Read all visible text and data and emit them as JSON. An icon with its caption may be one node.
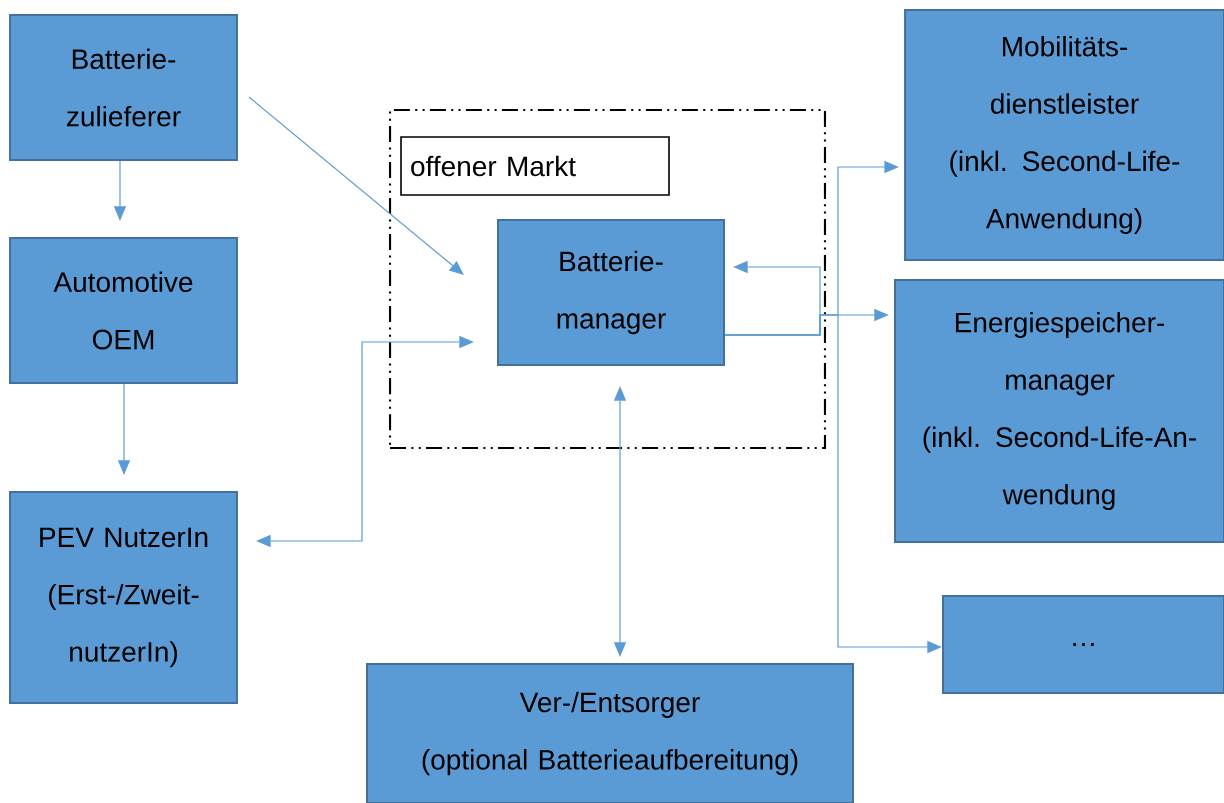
{
  "diagram": {
    "nodes": [
      {
        "text": [
          "Batterie- zulieferer"
        ]
      },
      {
        "text": [
          "Automotive OEM"
        ]
      },
      {
        "text": [
          "PEV NutzerIn",
          "(Erst-/Zweit- nutzerIn)"
        ]
      },
      {
        "text": [],
        "shape": "box"
      },
      {
        "text": [
          "offener Markt"
        ],
        "in": 3
      },
      {
        "text": [
          "Batterie- manager"
        ],
        "in": 3
      },
      {
        "text": [
          "Mobilitäts- dienstleister",
          "(inkl. Second-Life- Anwendung)"
        ]
      },
      {
        "text": [
          "Energiespeicher- manager",
          "(inkl. Second-Life-An- wendung"
        ]
      },
      {
        "text": [
          "…"
        ]
      },
      {
        "text": [
          "Ver-/Entsorger",
          "(optional Batterieaufbereitung)"
        ]
      }
    ],
    "edges": [
      {
        "from": 0,
        "to": 1,
        "arrow": "to"
      },
      {
        "from": 1,
        "to": 2,
        "arrow": "to"
      },
      {
        "from": 0,
        "to": 5,
        "arrow": "to"
      },
      {
        "from": 2,
        "to": 5,
        "arrow": "both"
      },
      {
        "from": 9,
        "to": 5,
        "arrow": "both"
      },
      {
        "from": 5,
        "to": 5,
        "arrow": "to"
      },
      {
        "from": 5,
        "to": 6,
        "arrow": "to"
      },
      {
        "from": 5,
        "to": 7,
        "arrow": "to"
      },
      {
        "from": 5,
        "to": 8,
        "arrow": "to"
      }
    ]
  }
}
